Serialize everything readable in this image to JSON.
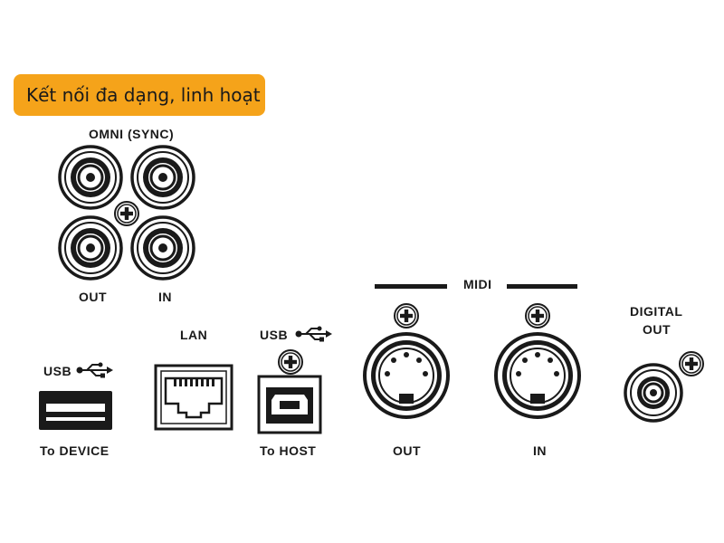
{
  "header": {
    "title": "Kết nối đa dạng, linh hoạt"
  },
  "omni": {
    "title": "OMNI  (SYNC)",
    "out_label": "OUT",
    "in_label": "IN"
  },
  "usb_device": {
    "top_label": "USB",
    "bottom_label": "To  DEVICE"
  },
  "lan": {
    "label": "LAN"
  },
  "usb_host": {
    "top_label": "USB",
    "bottom_label": "To  HOST"
  },
  "midi": {
    "title": "MIDI",
    "out_label": "OUT",
    "in_label": "IN"
  },
  "digital_out": {
    "line1": "DIGITAL",
    "line2": "OUT"
  },
  "colors": {
    "badge": "#f5a31a",
    "ink": "#1a1a1a",
    "background": "#ffffff"
  },
  "icons": [
    "usb-symbol-icon",
    "screw-icon",
    "rca-jack-icon",
    "rj45-port-icon",
    "usb-a-port-icon",
    "usb-b-port-icon",
    "midi-din-icon",
    "coaxial-jack-icon"
  ]
}
